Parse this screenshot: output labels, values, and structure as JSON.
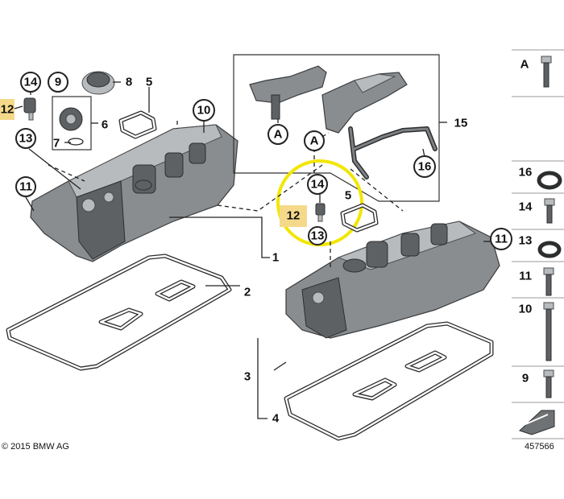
{
  "copyright": "© 2015 BMW AG",
  "diagram_number": "457566",
  "callouts": {
    "c14_left": "14",
    "c12_left": "12",
    "c13_left": "13",
    "c9": "9",
    "c8": "8",
    "c5_left": "5",
    "c6": "6",
    "c7": "7",
    "c10": "10",
    "c11_left": "11",
    "c1": "1",
    "c2": "2",
    "c3": "3",
    "c4": "4",
    "cA_upper": "A",
    "cA_lower": "A",
    "c15": "15",
    "c16": "16",
    "c14_mid": "14",
    "c12_mid": "12",
    "c13_mid": "13",
    "c5_mid": "5",
    "c11_right": "11"
  },
  "side_panel": [
    "A",
    "16",
    "14",
    "13",
    "11",
    "10",
    "9"
  ],
  "colors": {
    "highlight": "#f5d98a",
    "focus_ring": "#f2e600"
  }
}
